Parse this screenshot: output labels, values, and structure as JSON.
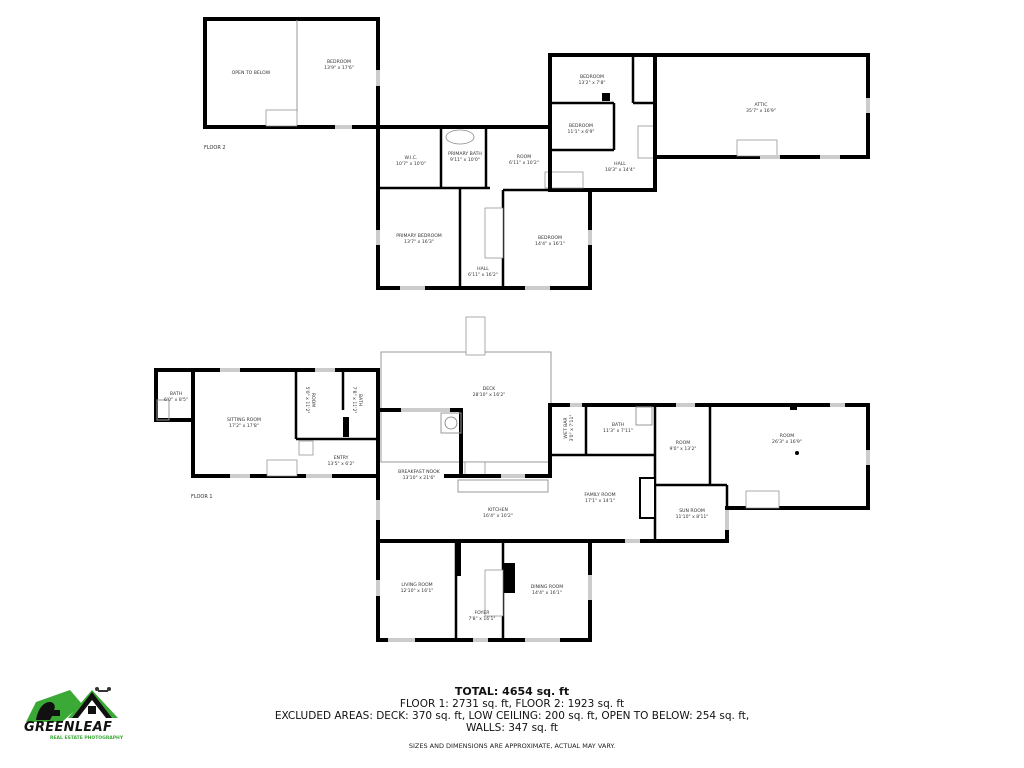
{
  "floor2": {
    "label": "FLOOR 2",
    "rooms": [
      {
        "name": "OPEN TO BELOW",
        "dims": ""
      },
      {
        "name": "BEDROOM",
        "dims": "13'9\" x 17'6\""
      },
      {
        "name": "W.I.C.",
        "dims": "10'7\" x 10'0\""
      },
      {
        "name": "PRIMARY BATH",
        "dims": "9'11\" x 10'0\""
      },
      {
        "name": "ROOM",
        "dims": "6'11\" x 10'2\""
      },
      {
        "name": "BEDROOM",
        "dims": "13'2\" x 7'8\""
      },
      {
        "name": "BEDROOM",
        "dims": "11'1\" x 6'9\""
      },
      {
        "name": "HALL",
        "dims": "18'3\" x 14'4\""
      },
      {
        "name": "ATTIC",
        "dims": "35'7\" x 16'9\""
      },
      {
        "name": "PRIMARY BEDROOM",
        "dims": "13'7\" x 16'3\""
      },
      {
        "name": "HALL",
        "dims": "6'11\" x 16'2\""
      },
      {
        "name": "BEDROOM",
        "dims": "14'4\" x 16'1\""
      }
    ]
  },
  "floor1": {
    "label": "FLOOR 1",
    "rooms": [
      {
        "name": "BATH",
        "dims": "6'0\" x 8'5\""
      },
      {
        "name": "SITTING ROOM",
        "dims": "17'2\" x 17'8\""
      },
      {
        "name": "ROOM",
        "dims": "5'0\" x 11'2\""
      },
      {
        "name": "BATH",
        "dims": "7'8\" x 11'2\""
      },
      {
        "name": "ENTRY",
        "dims": "13'5\" x 6'2\""
      },
      {
        "name": "DECK",
        "dims": "28'10\" x 16'2\""
      },
      {
        "name": "BREAKFAST NOOK",
        "dims": "13'10\" x 21'6\""
      },
      {
        "name": "KITCHEN",
        "dims": "16'4\" x 10'2\""
      },
      {
        "name": "WET BAR",
        "dims": "3'0\" x 7'11\""
      },
      {
        "name": "BATH",
        "dims": "11'3\" x 7'11\""
      },
      {
        "name": "ROOM",
        "dims": "9'0\" x 13'2\""
      },
      {
        "name": "ROOM",
        "dims": "26'3\" x 16'9\""
      },
      {
        "name": "FAMILY ROOM",
        "dims": "17'1\" x 14'1\""
      },
      {
        "name": "SUN ROOM",
        "dims": "11'10\" x 8'11\""
      },
      {
        "name": "LIVING ROOM",
        "dims": "12'10\" x 16'1\""
      },
      {
        "name": "FOYER",
        "dims": "7'8\" x 16'1\""
      },
      {
        "name": "DINING ROOM",
        "dims": "14'4\" x 16'1\""
      }
    ]
  },
  "summary": {
    "total": "TOTAL: 4654 sq. ft",
    "floors": "FLOOR 1: 2731 sq. ft, FLOOR 2: 1923 sq. ft",
    "excluded": "EXCLUDED AREAS: DECK: 370 sq. ft, LOW CEILING: 200 sq. ft, OPEN TO BELOW: 254 sq. ft,",
    "walls": "WALLS: 347 sq. ft",
    "disclaimer": "SIZES AND DIMENSIONS ARE APPROXIMATE, ACTUAL MAY VARY."
  },
  "logo": {
    "name": "GREENLEAF",
    "tagline": "REAL ESTATE PHOTOGRAPHY",
    "brand_color": "#3aa935"
  }
}
